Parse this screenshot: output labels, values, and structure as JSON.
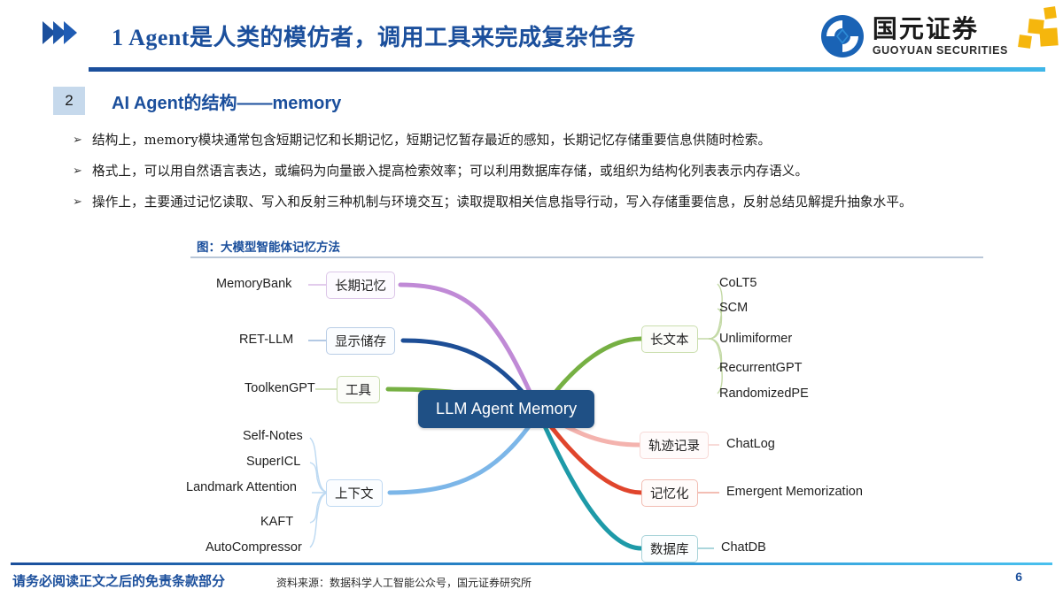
{
  "header": {
    "title": "1 Agent是人类的模仿者，调用工具来完成复杂任务",
    "chevron_icon": "triple-chevron-right-icon",
    "logo": {
      "mark_icon": "guoyuan-circle-diamond-logo-icon",
      "name_cn": "国元证券",
      "name_en": "GUOYUAN SECURITIES"
    }
  },
  "section": {
    "number": "2",
    "title": "AI Agent的结构——memory"
  },
  "bullets": [
    {
      "marker": "➢",
      "text": "结构上，memory模块通常包含短期记忆和长期记忆，短期记忆暂存最近的感知，长期记忆存储重要信息供随时检索。"
    },
    {
      "marker": "➢",
      "text": "格式上，可以用自然语言表达，或编码为向量嵌入提高检索效率；可以利用数据库存储，或组织为结构化列表表示内存语义。"
    },
    {
      "marker": "➢",
      "text": "操作上，主要通过记忆读取、写入和反射三种机制与环境交互；读取提取相关信息指导行动，写入存储重要信息，反射总结见解提升抽象水平。"
    }
  ],
  "figure": {
    "title": "图：大模型智能体记忆方法",
    "center": "LLM Agent Memory",
    "center_color": "#1f5085",
    "branches": [
      {
        "label": "长期记忆",
        "color": "#c08ad6",
        "side": "left",
        "leaves": [
          "MemoryBank"
        ]
      },
      {
        "label": "显示储存",
        "color": "#1d4e96",
        "side": "left",
        "leaves": [
          "RET-LLM"
        ]
      },
      {
        "label": "工具",
        "color": "#76b043",
        "side": "left",
        "leaves": [
          "ToolkenGPT"
        ]
      },
      {
        "label": "上下文",
        "color": "#7cb6e8",
        "side": "left",
        "leaves": [
          "Self-Notes",
          "SuperICL",
          "Landmark Attention",
          "KAFT",
          "AutoCompressor"
        ]
      },
      {
        "label": "长文本",
        "color": "#76b043",
        "side": "right",
        "leaves": [
          "CoLT5",
          "SCM",
          "Unlimiformer",
          "RecurrentGPT",
          "RandomizedPE"
        ]
      },
      {
        "label": "轨迹记录",
        "color": "#f4b3ae",
        "side": "right",
        "leaves": [
          "ChatLog"
        ]
      },
      {
        "label": "记忆化",
        "color": "#e0452c",
        "side": "right",
        "leaves": [
          "Emergent Memorization"
        ]
      },
      {
        "label": "数据库",
        "color": "#1e9aa8",
        "side": "right",
        "leaves": [
          "ChatDB"
        ]
      }
    ]
  },
  "footer": {
    "disclaimer": "请务必阅读正文之后的免责条款部分",
    "source": "资料来源：数据科学人工智能公众号，国元证券研究所",
    "page": "6"
  }
}
